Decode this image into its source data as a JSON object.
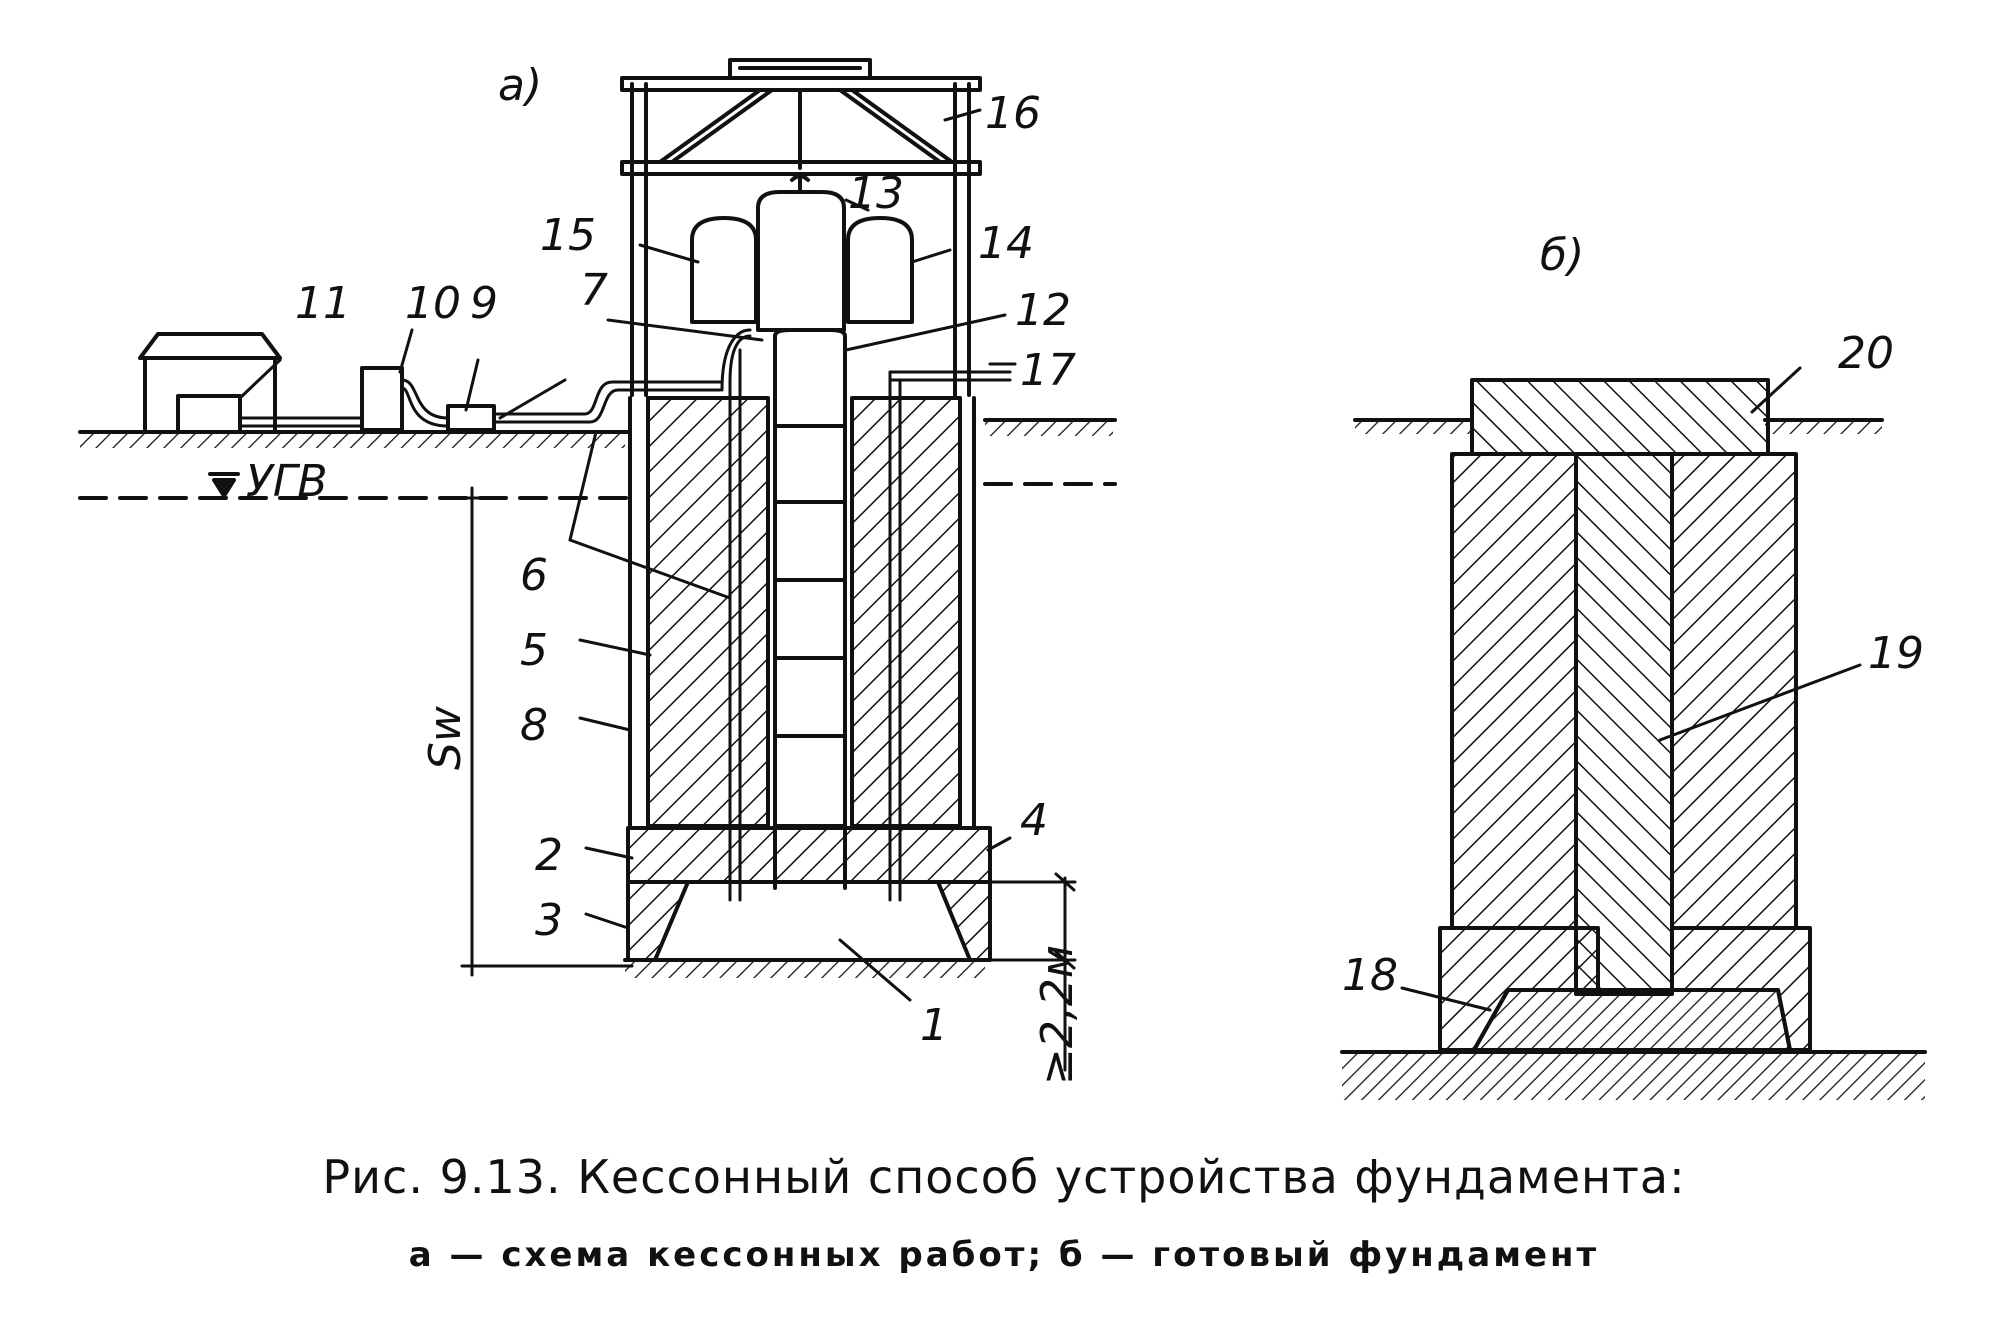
{
  "figure": {
    "part_a_label": "а)",
    "part_b_label": "б)",
    "water_level_label": "УГВ",
    "depth_label": "Sw",
    "height_label": "≥2,2м",
    "callouts_a": [
      "1",
      "2",
      "3",
      "4",
      "5",
      "6",
      "7",
      "8",
      "9",
      "10",
      "11",
      "12",
      "13",
      "14",
      "15",
      "16",
      "17"
    ],
    "callouts_b": [
      "18",
      "19",
      "20"
    ]
  },
  "caption": {
    "title": "Рис. 9.13. Кессонный способ устройства фундамента:",
    "subtitle": "а — схема кессонных работ; б — готовый фундамент"
  }
}
